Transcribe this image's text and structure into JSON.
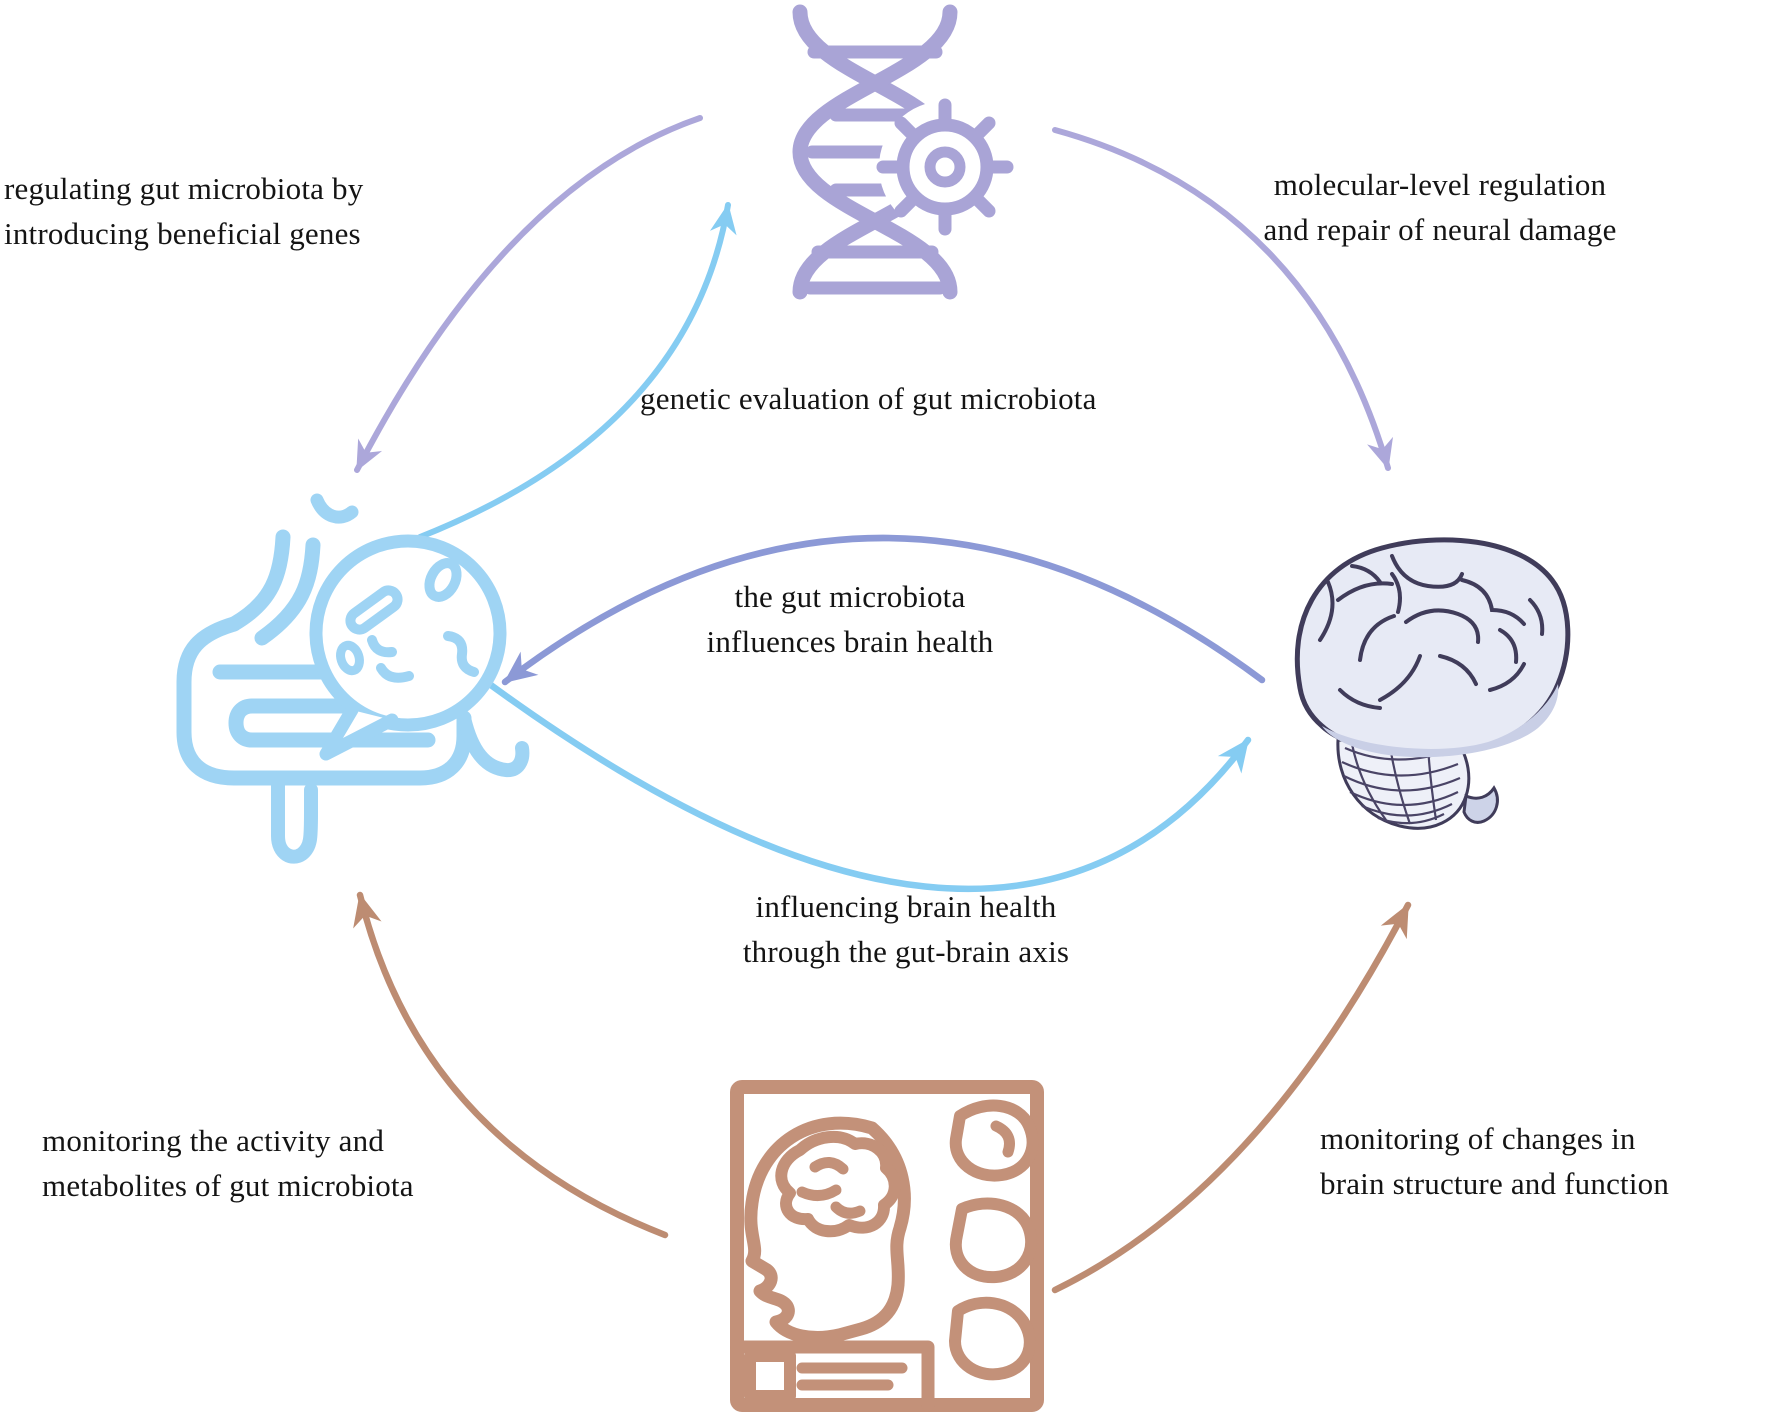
{
  "figure": {
    "background": "#ffffff",
    "icons": {
      "dna": "dna-gear-icon",
      "gut": "gut-microbiota-icon",
      "brain": "brain-icon",
      "scan": "brain-scan-icon"
    },
    "colors": {
      "lavender": "#aca7da",
      "periwinkle": "#8c99d6",
      "light_blue": "#85ccf2",
      "gut_blue": "#9fd4f4",
      "tan": "#bd8c72",
      "scan_tan": "#c39179",
      "brain_fill": "#e7eaf5",
      "brain_line": "#403c5a",
      "text": "#141414"
    },
    "labels": {
      "regulating": {
        "line1": "regulating gut microbiota by",
        "line2": "introducing beneficial genes"
      },
      "molecular": {
        "line1": "molecular-level regulation",
        "line2": "and repair of neural damage"
      },
      "genetic": {
        "line1": "genetic evaluation of gut microbiota"
      },
      "gut_influences": {
        "line1": "the gut microbiota",
        "line2": "influences brain health"
      },
      "gut_brain_axis": {
        "line1": "influencing brain health",
        "line2": "through the gut-brain axis"
      },
      "monitoring_gut": {
        "line1": "monitoring the activity and",
        "line2": "metabolites of gut microbiota"
      },
      "monitoring_brain": {
        "line1": "monitoring of changes in",
        "line2": "brain structure and function"
      }
    },
    "arrows": [
      {
        "from": "dna",
        "to": "gut",
        "label_ref": "regulating",
        "color": "#aca7da"
      },
      {
        "from": "gut",
        "to": "dna",
        "label_ref": "genetic",
        "color": "#85ccf2"
      },
      {
        "from": "dna",
        "to": "brain",
        "label_ref": "molecular",
        "color": "#aca7da"
      },
      {
        "from": "brain",
        "to": "gut",
        "label_ref": "gut_influences",
        "color": "#8c99d6"
      },
      {
        "from": "gut",
        "to": "brain",
        "label_ref": "gut_brain_axis",
        "color": "#85ccf2"
      },
      {
        "from": "scan",
        "to": "gut",
        "label_ref": "monitoring_gut",
        "color": "#bd8c72"
      },
      {
        "from": "scan",
        "to": "brain",
        "label_ref": "monitoring_brain",
        "color": "#bd8c72"
      }
    ]
  }
}
